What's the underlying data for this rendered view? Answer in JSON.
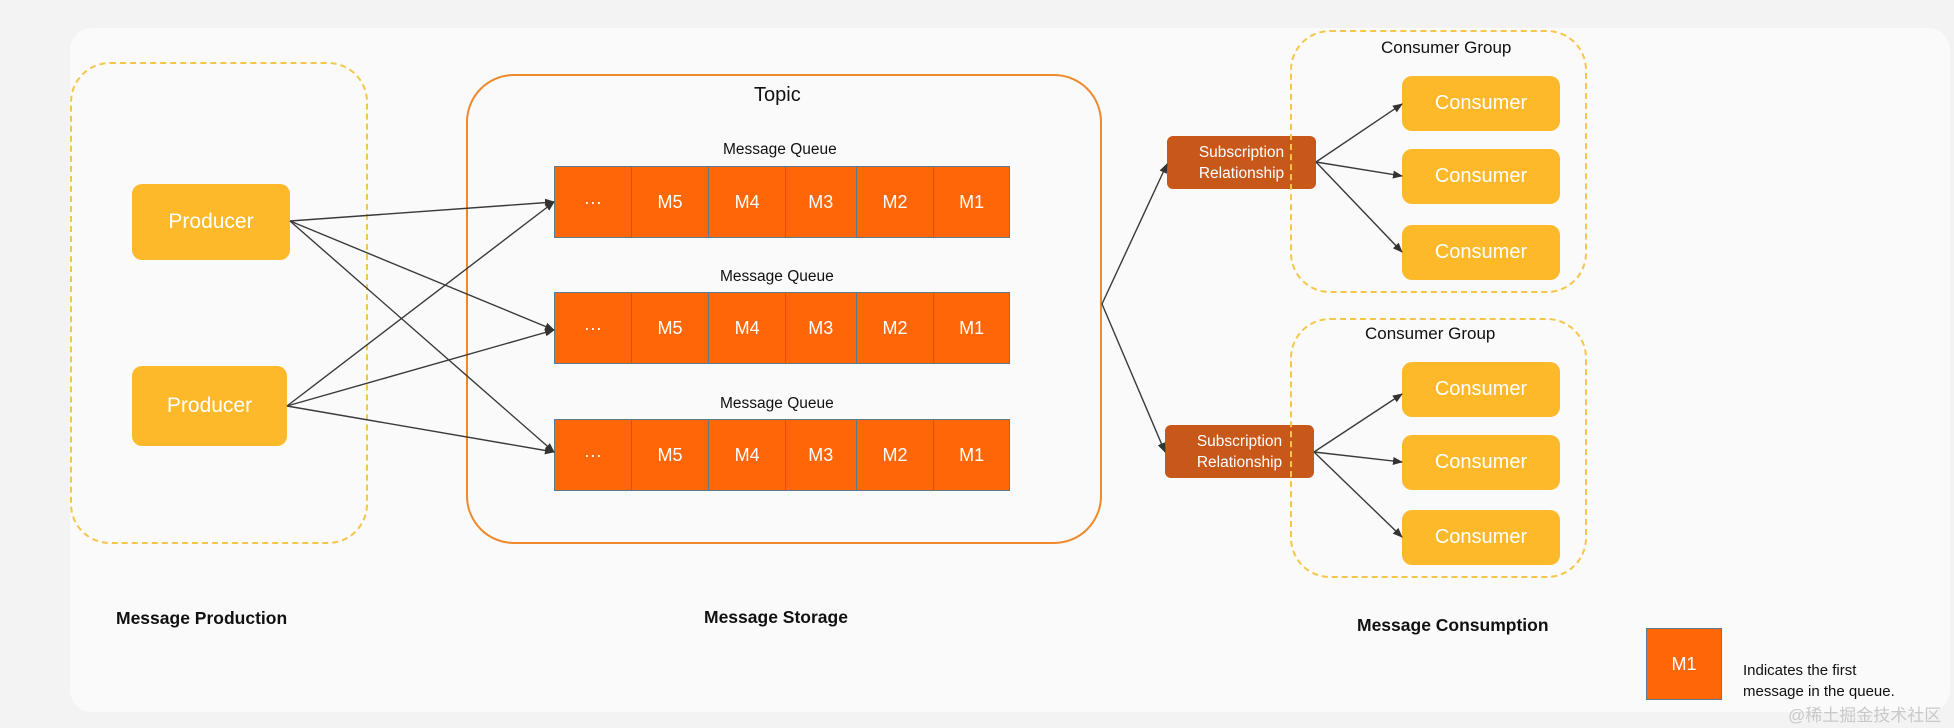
{
  "sections": {
    "production_label": "Message Production",
    "storage_label": "Message Storage",
    "consumption_label": "Message Consumption"
  },
  "producers": [
    "Producer",
    "Producer"
  ],
  "topic": {
    "title": "Topic",
    "queues": [
      {
        "label": "Message Queue",
        "cells": [
          "···",
          "M5",
          "M4",
          "M3",
          "M2",
          "M1"
        ]
      },
      {
        "label": "Message Queue",
        "cells": [
          "···",
          "M5",
          "M4",
          "M3",
          "M2",
          "M1"
        ]
      },
      {
        "label": "Message Queue",
        "cells": [
          "···",
          "M5",
          "M4",
          "M3",
          "M2",
          "M1"
        ]
      }
    ]
  },
  "subscriptions": [
    {
      "line1": "Subscription",
      "line2": "Relationship"
    },
    {
      "line1": "Subscription",
      "line2": "Relationship"
    }
  ],
  "consumer_groups": [
    {
      "title": "Consumer Group",
      "consumers": [
        "Consumer",
        "Consumer",
        "Consumer"
      ]
    },
    {
      "title": "Consumer Group",
      "consumers": [
        "Consumer",
        "Consumer",
        "Consumer"
      ]
    }
  ],
  "legend": {
    "box_label": "M1",
    "text_line1": "Indicates the first",
    "text_line2": "message in the queue."
  },
  "watermark": "@稀土掘金技术社区",
  "colors": {
    "producer": "#fdb92a",
    "queue_cell": "#ff6608",
    "subscription": "#c8571a",
    "topic_border": "#ee8a2c",
    "group_border": "#f6c64a"
  }
}
